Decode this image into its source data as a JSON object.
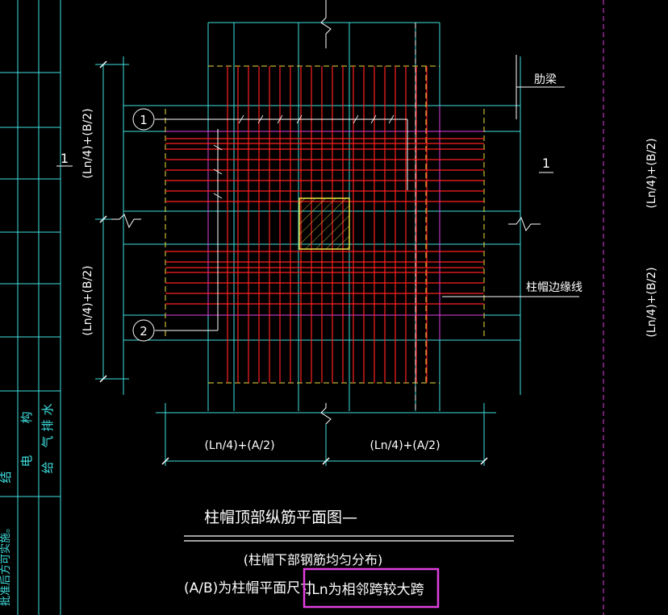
{
  "drawing": {
    "title": "柱帽顶部纵筋平面图—",
    "subtitle": "(柱帽下部钢筋均匀分布)",
    "note_part1": "(A/B)为柱帽平面尺寸",
    "note_part2": ",Ln为相邻跨较大跨",
    "label_beam": "肋梁",
    "label_edge": "柱帽边缘线",
    "callout_1": "1",
    "callout_2": "2",
    "section_mark_left": "1",
    "section_mark_right": "1",
    "dim_left_top": "(Ln/4)+(B/2)",
    "dim_left_bottom": "(Ln/4)+(B/2)",
    "dim_right_top": "(Ln/4)+(B/2)",
    "dim_right_bottom": "(Ln/4)+(B/2)",
    "dim_bottom_left": "(Ln/4)+(A/2)",
    "dim_bottom_right": "(Ln/4)+(A/2)"
  },
  "title_block": {
    "disciplines_row1": [
      "结",
      "构"
    ],
    "disciplines_row2": [
      "电",
      "气"
    ],
    "disciplines_row3": [
      "给",
      "排",
      "水"
    ],
    "approval_note": "批准后方可实施。"
  },
  "colors": {
    "background": "#000000",
    "rebar": "#ff2020",
    "grid": "#40e0e0",
    "edge": "#e040e0",
    "dashed_edge": "#f0e040",
    "text": "#ffffff",
    "highlight": "#e040e0"
  }
}
